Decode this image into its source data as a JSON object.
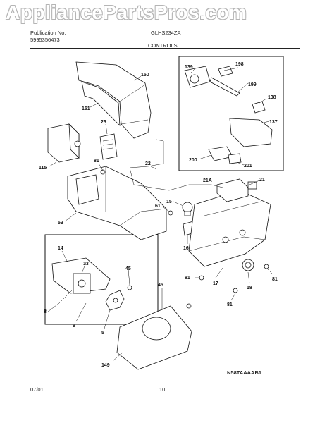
{
  "watermark": "AppliancePartsPros.com",
  "header": {
    "publication_label": "Publication No.",
    "publication_number": "5995356473",
    "model": "GLHS234ZA",
    "section": "CONTROLS"
  },
  "labels": {
    "p139": "139",
    "p198": "198",
    "p199": "199",
    "p138": "138",
    "p137": "137",
    "p200": "200",
    "p201": "201",
    "p150": "150",
    "p151": "151",
    "p23": "23",
    "p115": "115",
    "p81a": "81",
    "p22": "22",
    "p21A": "21A",
    "p21": "21",
    "p15": "15",
    "p61": "61",
    "p53": "53",
    "p16": "16",
    "p81b": "81",
    "p17": "17",
    "p18": "18",
    "p81c": "81",
    "p81d": "81",
    "p14": "14",
    "p13": "13",
    "p45a": "45",
    "p8": "8",
    "p9": "9",
    "p5": "5",
    "p45b": "45",
    "p149": "149"
  },
  "diagram_code": "N58TAAAAB1",
  "footer": {
    "date": "07/01",
    "page": "10"
  }
}
